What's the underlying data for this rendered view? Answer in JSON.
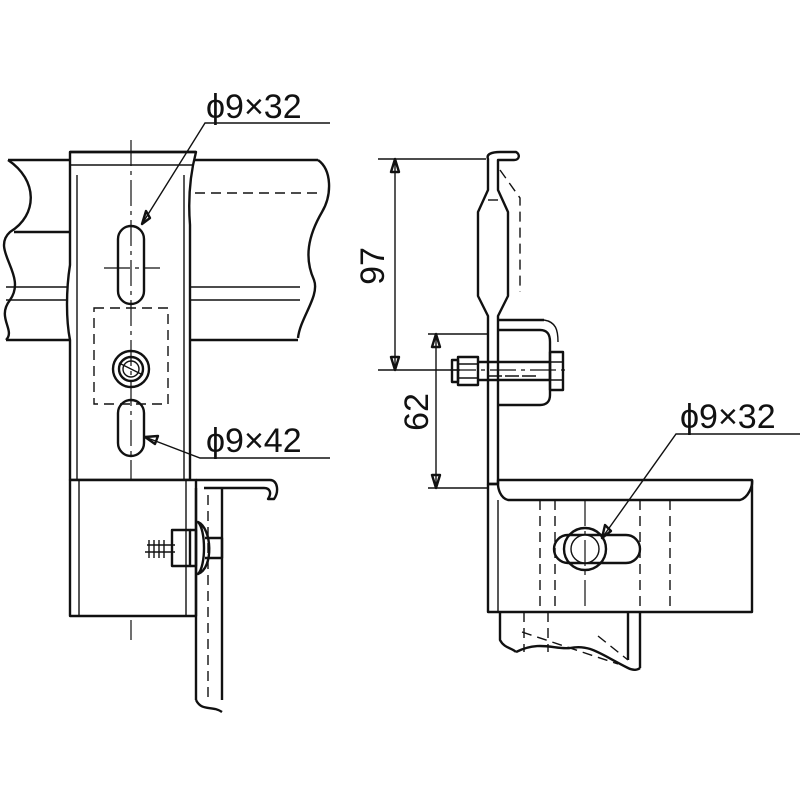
{
  "drawing": {
    "annotations": {
      "front_slot_upper": "ϕ9×32",
      "front_slot_lower": "ϕ9×42",
      "side_slot": "ϕ9×32"
    },
    "dimensions": {
      "height_upper": "97",
      "height_lower": "62"
    }
  }
}
